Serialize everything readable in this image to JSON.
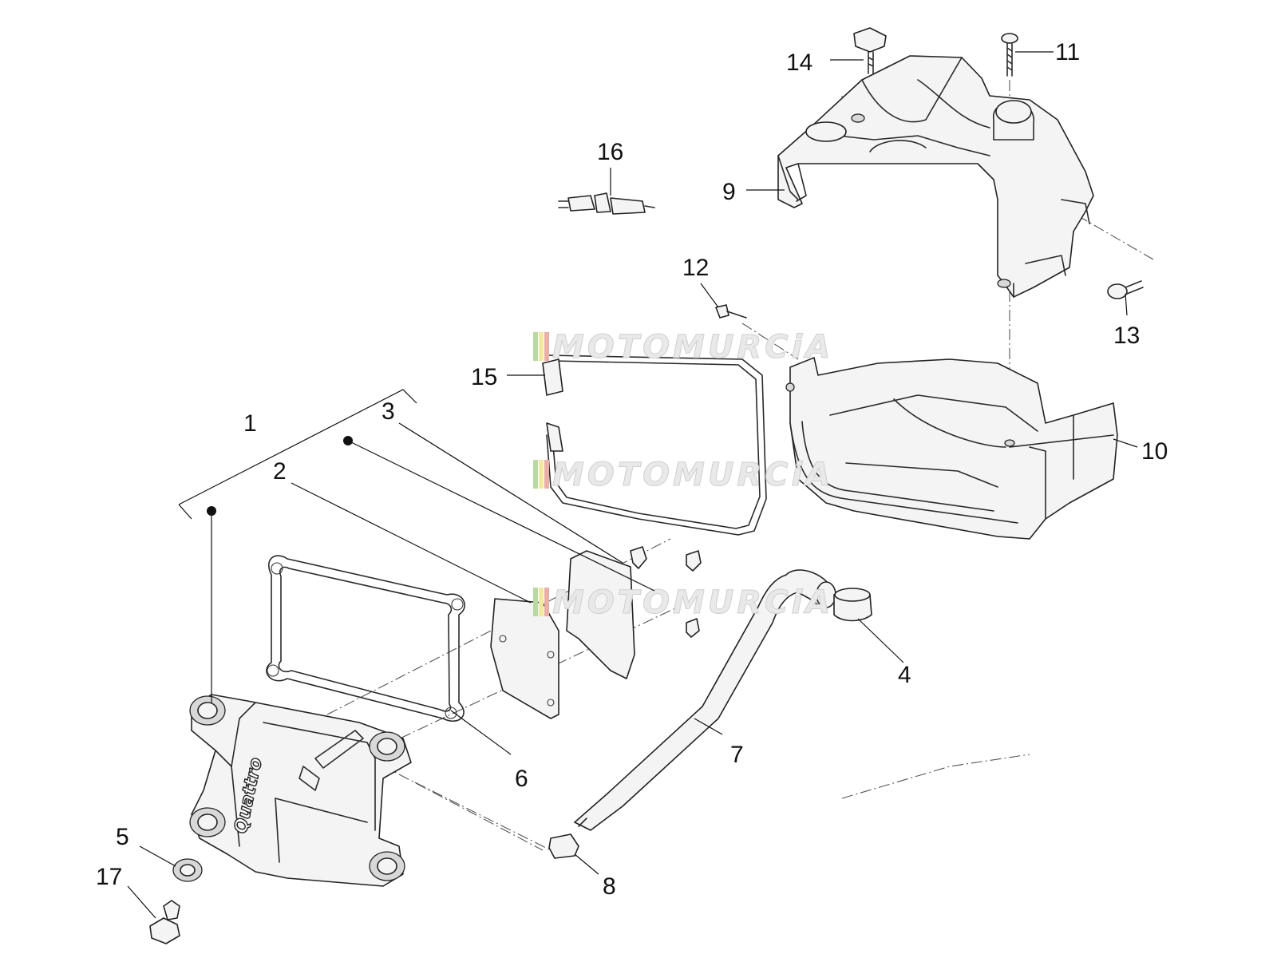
{
  "labels": {
    "p1": "1",
    "p2": "2",
    "p3": "3",
    "p4": "4",
    "p5": "5",
    "p6": "6",
    "p7": "7",
    "p8": "8",
    "p9": "9",
    "p10": "10",
    "p11": "11",
    "p12": "12",
    "p13": "13",
    "p14": "14",
    "p15": "15",
    "p16": "16",
    "p17": "17"
  },
  "watermark": "MOTOMURCiA",
  "cover_logo": "Quattro",
  "colors": {
    "ink": "#222222",
    "watermark": "#e9e9e9",
    "flag_green": "#7fbf5a",
    "flag_yellow": "#f1e27a",
    "flag_red": "#e07a6a"
  }
}
